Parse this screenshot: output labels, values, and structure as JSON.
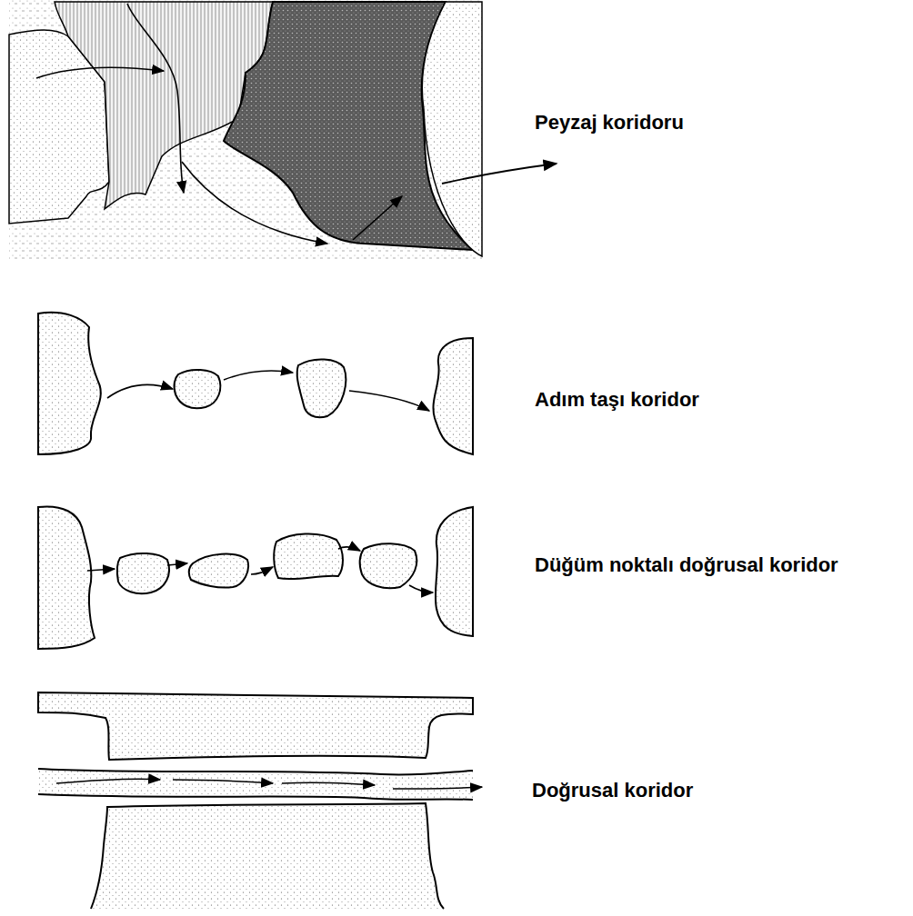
{
  "diagram": {
    "labels": [
      "Peyzaj koridoru",
      "Adım taşı koridor",
      "Düğüm noktalı doğrusal koridor",
      "Doğrusal koridor"
    ]
  }
}
